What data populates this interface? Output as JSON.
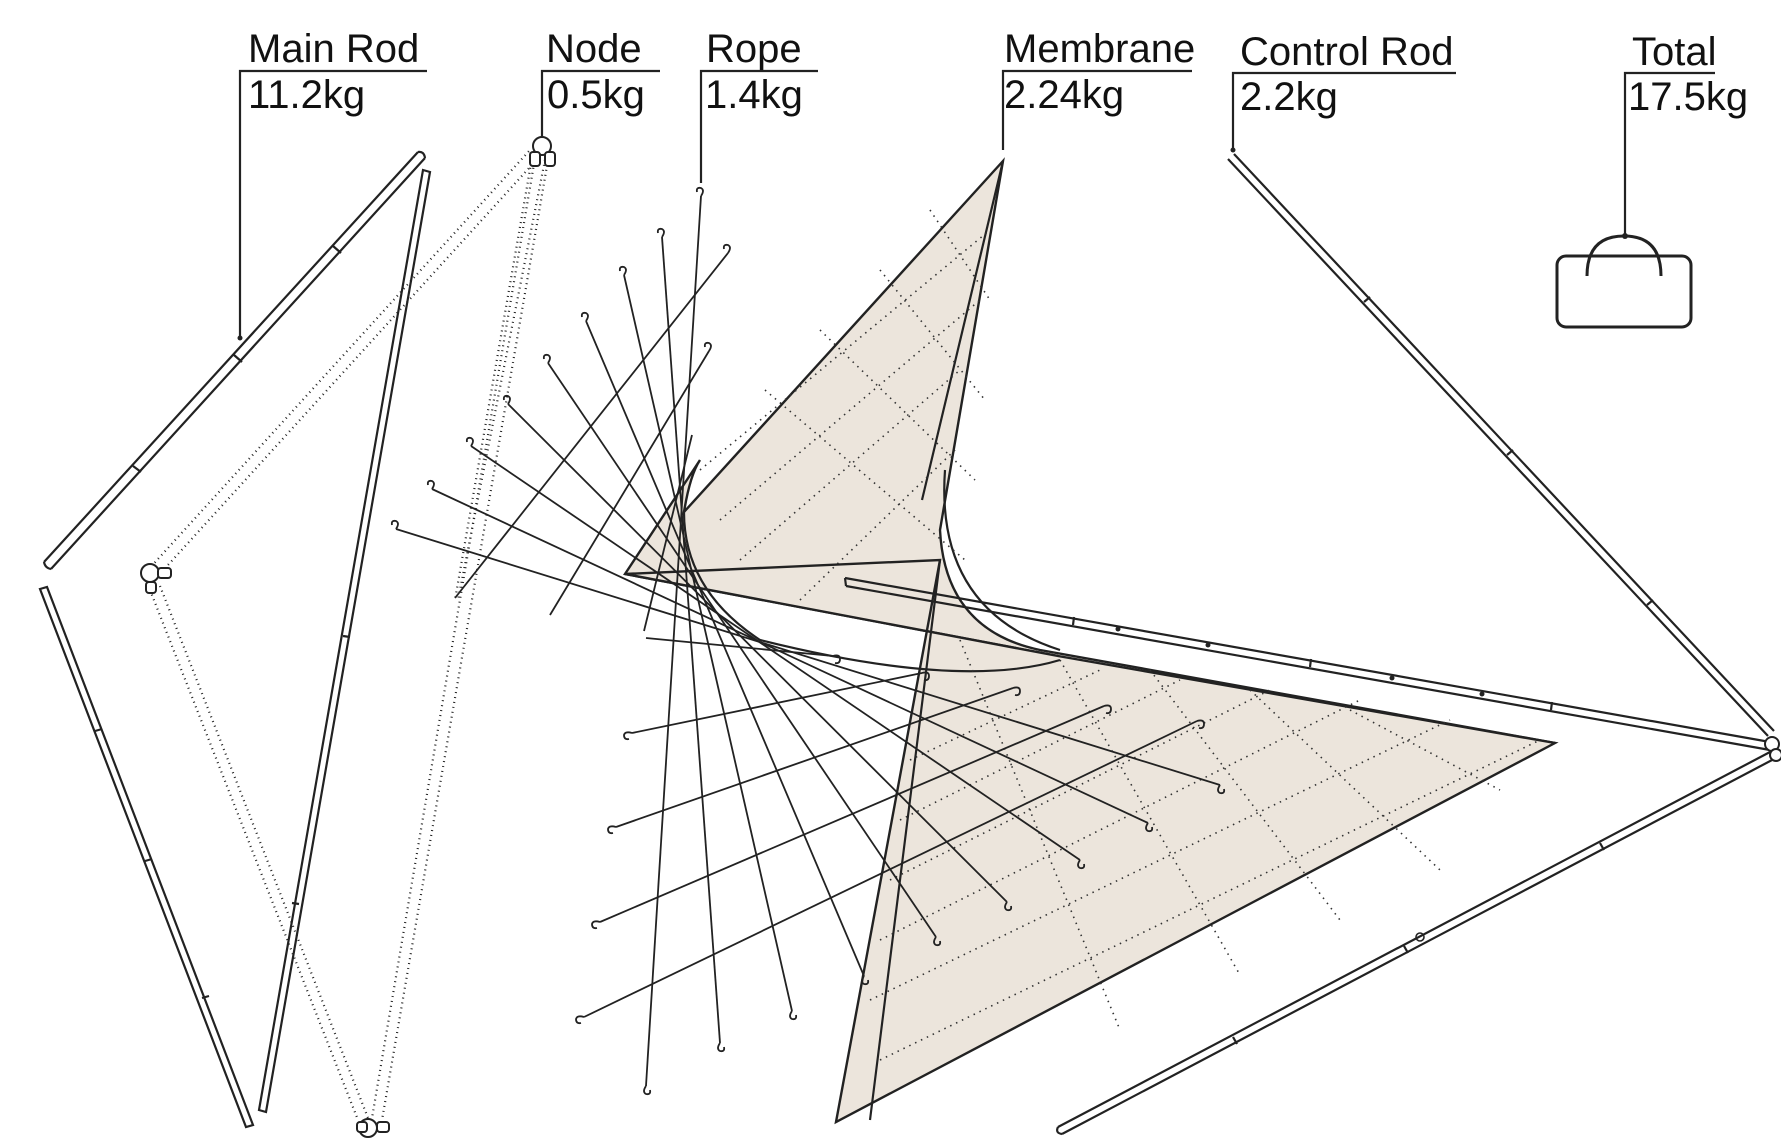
{
  "components": [
    {
      "id": "main-rod",
      "name": "Main Rod",
      "weight": "11.2kg"
    },
    {
      "id": "node",
      "name": "Node",
      "weight": "0.5kg"
    },
    {
      "id": "rope",
      "name": "Rope",
      "weight": "1.4kg"
    },
    {
      "id": "membrane",
      "name": "Membrane",
      "weight": "2.24kg"
    },
    {
      "id": "control-rod",
      "name": "Control Rod",
      "weight": "2.2kg"
    },
    {
      "id": "total",
      "name": "Total",
      "weight": "17.5kg"
    }
  ],
  "colors": {
    "line": "#222222",
    "membrane_fill": "#ece5dc",
    "background": "#ffffff"
  },
  "icons": [
    "bag-icon",
    "node-connector-icon"
  ]
}
